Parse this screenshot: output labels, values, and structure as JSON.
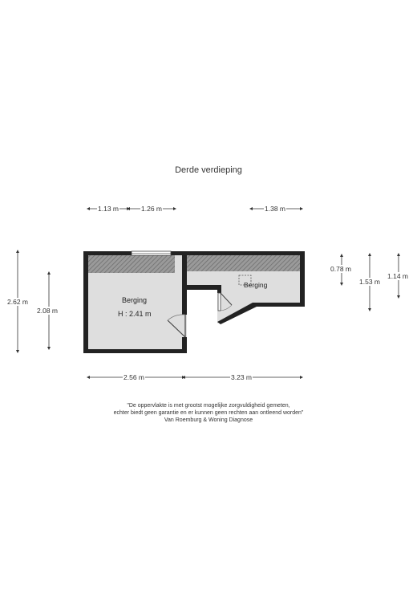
{
  "floor_title": "Derde verdieping",
  "dimensions": {
    "top_1": "1.13 m",
    "top_2": "1.26 m",
    "top_3": "1.38 m",
    "left_1": "2.62 m",
    "left_2": "2.08 m",
    "right_1": "0.78 m",
    "right_2": "1.53 m",
    "right_3": "1.14 m",
    "bottom_1": "2.56 m",
    "bottom_2": "3.23 m"
  },
  "rooms": {
    "main_name": "Berging",
    "main_height": "H : 2.41 m",
    "small_name": "Berging"
  },
  "disclaimer": {
    "line1": "\"De oppervlakte is met grootst mogelijke zorgvuldigheid gemeten,",
    "line2": "echter biedt geen garantie en er kunnen geen rechten aan ontleend worden\"",
    "line3": "Van Roemburg & Woning Diagnose"
  },
  "colors": {
    "wall": "#222222",
    "floor": "#dedede",
    "slope_hatch": "#8c8c8c",
    "dim_line": "#333333"
  }
}
